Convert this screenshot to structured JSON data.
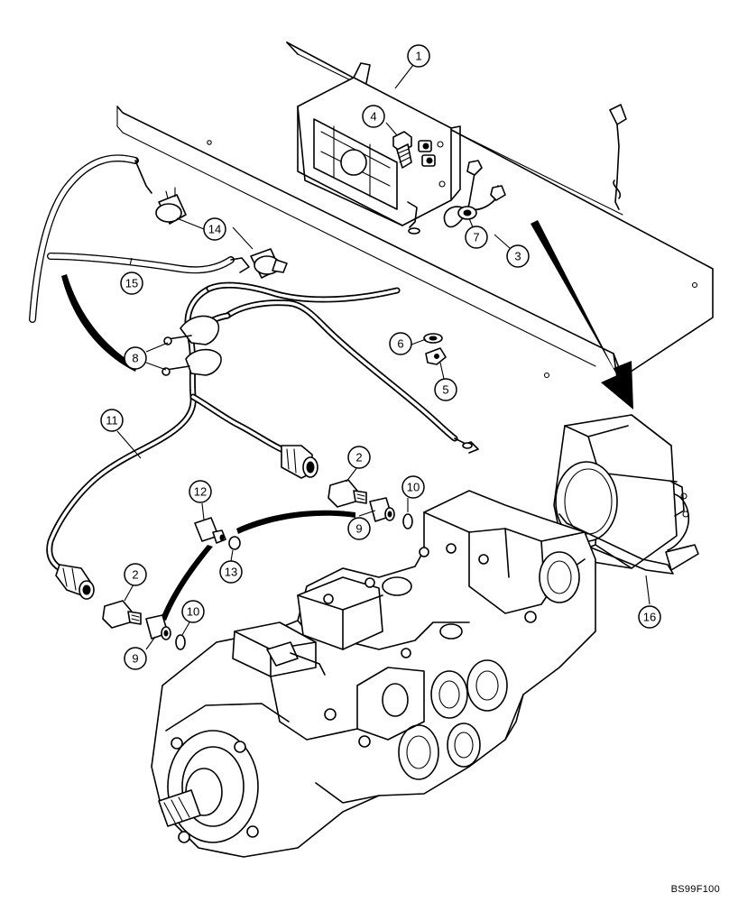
{
  "drawing_code": "BS99F100",
  "callouts": [
    {
      "id": "1",
      "label": "1"
    },
    {
      "id": "2a",
      "label": "2"
    },
    {
      "id": "2b",
      "label": "2"
    },
    {
      "id": "3",
      "label": "3"
    },
    {
      "id": "4",
      "label": "4"
    },
    {
      "id": "5",
      "label": "5"
    },
    {
      "id": "6",
      "label": "6"
    },
    {
      "id": "7",
      "label": "7"
    },
    {
      "id": "8",
      "label": "8"
    },
    {
      "id": "9a",
      "label": "9"
    },
    {
      "id": "9b",
      "label": "9"
    },
    {
      "id": "10a",
      "label": "10"
    },
    {
      "id": "10b",
      "label": "10"
    },
    {
      "id": "11",
      "label": "11"
    },
    {
      "id": "12",
      "label": "12"
    },
    {
      "id": "13",
      "label": "13"
    },
    {
      "id": "14",
      "label": "14"
    },
    {
      "id": "15",
      "label": "15"
    },
    {
      "id": "16",
      "label": "16"
    }
  ]
}
